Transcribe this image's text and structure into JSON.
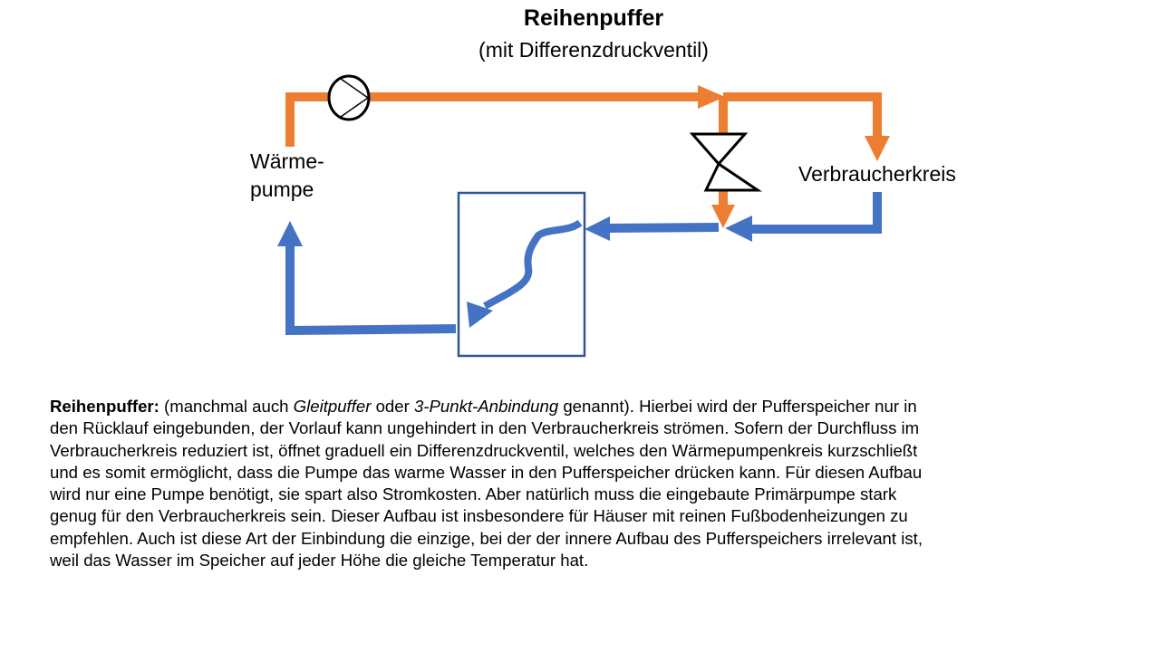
{
  "title": "Reihenpuffer",
  "subtitle": "(mit Differenzdruckventil)",
  "diagram": {
    "heat_pump_label_1": "Wärme-",
    "heat_pump_label_2": "pumpe",
    "consumer_label": "Verbraucherkreis",
    "colors": {
      "supply": "#ED7D31",
      "return": "#4472C4",
      "buffer": "#2F5597"
    }
  },
  "paragraph": {
    "lead": "Reihenpuffer:",
    "l1a": " (manchmal auch ",
    "l1b": "Gleitpuffer",
    "l1c": " oder ",
    "l1d": "3-Punkt-Anbindung",
    "l1e": " genannt). Hierbei wird der Pufferspeicher nur in",
    "l2": "den Rücklauf eingebunden, der Vorlauf kann ungehindert in den Verbraucherkreis strömen. Sofern der Durchfluss im",
    "l3": "Verbraucherkreis reduziert ist, öffnet graduell ein Differenzdruckventil, welches den Wärmepumpenkreis kurzschließt",
    "l4": "und es somit ermöglicht, dass die Pumpe das warme Wasser in den Pufferspeicher drücken kann. Für diesen Aufbau",
    "l5": "wird nur eine Pumpe benötigt, sie spart also Stromkosten. Aber natürlich muss die eingebaute Primärpumpe stark",
    "l6": "genug für den Verbraucherkreis sein. Dieser Aufbau ist insbesondere für Häuser mit reinen Fußbodenheizungen zu",
    "l7": "empfehlen. Auch ist diese Art der Einbindung die einzige, bei der der innere Aufbau des Pufferspeichers irrelevant ist,",
    "l8": "weil das Wasser im Speicher auf jeder Höhe die gleiche Temperatur hat."
  }
}
